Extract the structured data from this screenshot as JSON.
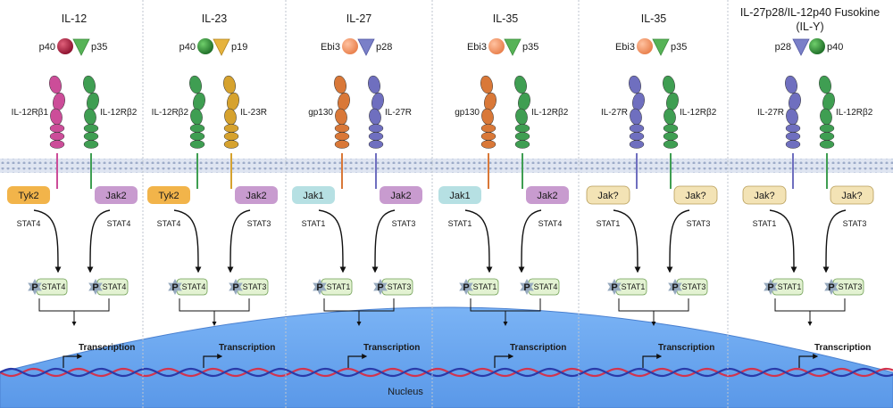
{
  "colors": {
    "membrane": "#b3bdd6",
    "nucleus": "#75adf2",
    "tyk2": "#f2b44a",
    "jak2": "#c89bcf",
    "jak1": "#b6e0e3",
    "jak_unknown": "#f3e3b5",
    "stat_fill": "#e3f2d2",
    "p_star": "#96a9be",
    "p40": "#a31a3c",
    "p35": "#56b356",
    "p19": "#e6b33d",
    "ebi3": "#f39b6b",
    "p28": "#7a80c8",
    "p40_green": "#2f8f3a"
  },
  "nucleus_label": "Nucleus",
  "panels": [
    {
      "title": [
        "IL-12"
      ],
      "ligand": {
        "left": "p40",
        "right": "p35",
        "shapes": [
          "p40-circle",
          "p35-triangle"
        ]
      },
      "receptors": [
        {
          "label": "IL-12Rβ1",
          "color": "#cc4d99",
          "icon": "il12rb1-receptor-icon"
        },
        {
          "label": "IL-12Rβ2",
          "color": "#3f9e52",
          "icon": "il12rb2-receptor-icon"
        }
      ],
      "kinases": [
        {
          "label": "Tyk2",
          "color": "tyk2"
        },
        {
          "label": "Jak2",
          "color": "jak2"
        }
      ],
      "stats": [
        "STAT4",
        "STAT4"
      ],
      "dimer": [
        "STAT4",
        "STAT4"
      ],
      "transcription": "Transcription"
    },
    {
      "title": [
        "IL-23"
      ],
      "ligand": {
        "left": "p40",
        "right": "p19",
        "shapes": [
          "p40-green-circle",
          "p19-triangle"
        ]
      },
      "receptors": [
        {
          "label": "IL-12Rβ2",
          "color": "#3f9e52",
          "icon": "il12rb2-receptor-icon"
        },
        {
          "label": "IL-23R",
          "color": "#d6a22e",
          "icon": "il23r-receptor-icon"
        }
      ],
      "kinases": [
        {
          "label": "Tyk2",
          "color": "tyk2"
        },
        {
          "label": "Jak2",
          "color": "jak2"
        }
      ],
      "stats": [
        "STAT4",
        "STAT3"
      ],
      "dimer": [
        "STAT4",
        "STAT3"
      ],
      "transcription": "Transcription"
    },
    {
      "title": [
        "IL-27"
      ],
      "ligand": {
        "left": "Ebi3",
        "right": "p28",
        "shapes": [
          "ebi3-circle",
          "p28-triangle"
        ]
      },
      "receptors": [
        {
          "label": "gp130",
          "color": "#d97838",
          "icon": "gp130-receptor-icon"
        },
        {
          "label": "IL-27R",
          "color": "#6f6fbf",
          "icon": "il27r-receptor-icon"
        }
      ],
      "kinases": [
        {
          "label": "Jak1",
          "color": "jak1"
        },
        {
          "label": "Jak2",
          "color": "jak2"
        }
      ],
      "stats": [
        "STAT1",
        "STAT3"
      ],
      "dimer": [
        "STAT1",
        "STAT3"
      ],
      "transcription": "Transcription"
    },
    {
      "title": [
        "IL-35"
      ],
      "ligand": {
        "left": "Ebi3",
        "right": "p35",
        "shapes": [
          "ebi3-circle",
          "p35-triangle"
        ]
      },
      "receptors": [
        {
          "label": "gp130",
          "color": "#d97838",
          "icon": "gp130-receptor-icon"
        },
        {
          "label": "IL-12Rβ2",
          "color": "#3f9e52",
          "icon": "il12rb2-receptor-icon"
        }
      ],
      "kinases": [
        {
          "label": "Jak1",
          "color": "jak1"
        },
        {
          "label": "Jak2",
          "color": "jak2"
        }
      ],
      "stats": [
        "STAT1",
        "STAT4"
      ],
      "dimer": [
        "STAT1",
        "STAT4"
      ],
      "transcription": "Transcription"
    },
    {
      "title": [
        "IL-35"
      ],
      "ligand": {
        "left": "Ebi3",
        "right": "p35",
        "shapes": [
          "ebi3-circle",
          "p35-triangle"
        ]
      },
      "receptors": [
        {
          "label": "IL-27R",
          "color": "#6f6fbf",
          "icon": "il27r-receptor-icon"
        },
        {
          "label": "IL-12Rβ2",
          "color": "#3f9e52",
          "icon": "il12rb2-receptor-icon"
        }
      ],
      "kinases": [
        {
          "label": "Jak?",
          "color": "jak_unknown"
        },
        {
          "label": "Jak?",
          "color": "jak_unknown"
        }
      ],
      "stats": [
        "STAT1",
        "STAT3"
      ],
      "dimer": [
        "STAT1",
        "STAT3"
      ],
      "transcription": "Transcription"
    },
    {
      "title": [
        "IL-27p28/IL-12p40 Fusokine",
        "(IL-Y)"
      ],
      "ligand": {
        "left": "p28",
        "right": "p40",
        "shapes": [
          "p28-triangle",
          "p40-green-circle"
        ]
      },
      "receptors": [
        {
          "label": "IL-27R",
          "color": "#6f6fbf",
          "icon": "il27r-receptor-icon"
        },
        {
          "label": "IL-12Rβ2",
          "color": "#3f9e52",
          "icon": "il12rb2-receptor-icon"
        }
      ],
      "kinases": [
        {
          "label": "Jak?",
          "color": "jak_unknown"
        },
        {
          "label": "Jak?",
          "color": "jak_unknown"
        }
      ],
      "stats": [
        "STAT1",
        "STAT3"
      ],
      "dimer": [
        "STAT1",
        "STAT3"
      ],
      "transcription": "Transcription"
    }
  ]
}
